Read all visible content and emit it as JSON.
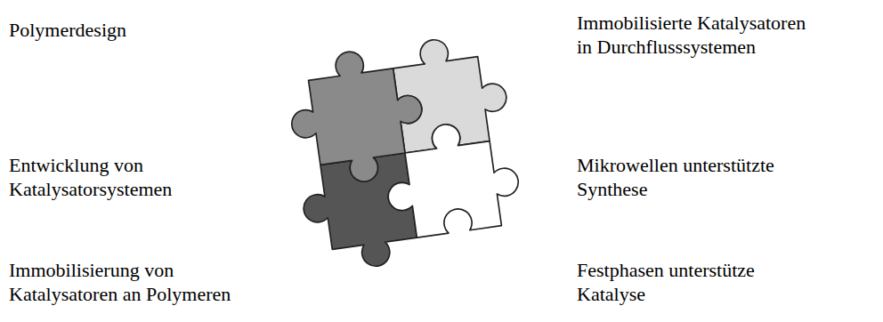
{
  "diagram": {
    "labels": [
      "Polymerdesign",
      "Immobilisierte Katalysatoren in Durchflusssystemen",
      "Entwicklung von Katalysatorsystemen",
      "Mikrowellen unterstützte Synthese",
      "Immobilisierung von Katalysatoren an Polymeren",
      "Festphasen unterstütze Katalyse"
    ]
  }
}
